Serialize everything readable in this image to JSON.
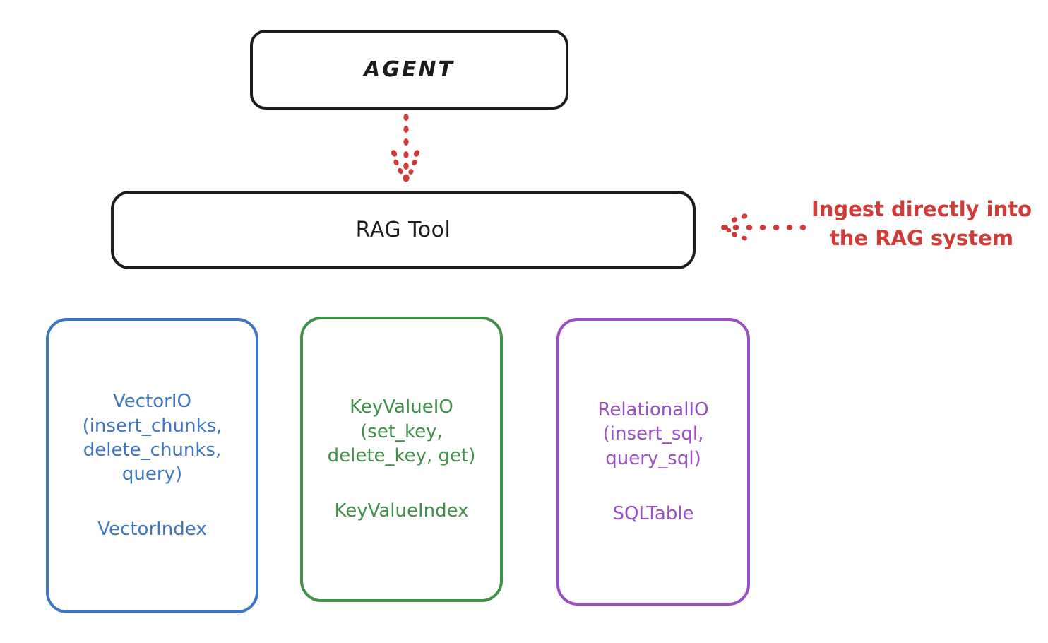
{
  "diagram": {
    "title_node": {
      "label": "AGENT"
    },
    "tool_node": {
      "label": "RAG Tool"
    },
    "providers": [
      {
        "id": "vector",
        "color": "#3d77c2",
        "interface_lines": [
          "VectorIO",
          "(insert_chunks,",
          "delete_chunks,",
          "query)"
        ],
        "index_label": "VectorIndex"
      },
      {
        "id": "keyvalue",
        "color": "#3f9147",
        "interface_lines": [
          "KeyValueIO",
          "(set_key,",
          "delete_key, get)"
        ],
        "index_label": "KeyValueIndex"
      },
      {
        "id": "relational",
        "color": "#9b4fc4",
        "interface_lines": [
          "RelationalIO",
          "(insert_sql,",
          "query_sql)"
        ],
        "index_label": "SQLTable"
      }
    ],
    "annotation": {
      "color": "#cf3b36",
      "lines": [
        "Ingest directly into",
        "the RAG system"
      ],
      "arrow_icon": "dotted-arrow-left-icon"
    },
    "connector": {
      "color": "#cf3b36",
      "icon": "dotted-arrow-down-icon"
    }
  }
}
